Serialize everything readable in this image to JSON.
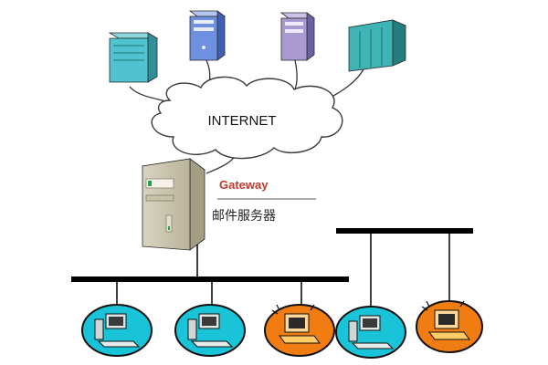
{
  "labels": {
    "cloud": "INTERNET",
    "gateway": "Gateway",
    "mail_server": "邮件服务器"
  },
  "colors": {
    "cloud_fill": "#ffffff",
    "cloud_stroke": "#3a3a3a",
    "bus_line": "#000000",
    "gateway_text": "#c0392b",
    "pc_circle_cyan": "#19c3d8",
    "pc_circle_orange": "#f07c12",
    "server_cyan": "#4fc3cf",
    "server_blue": "#6f8fe0",
    "server_lavender": "#a99ad2",
    "server_teal": "#3fb4b4"
  },
  "icons": {
    "servers": [
      "server-tower-cyan-icon",
      "server-tower-blue-icon",
      "server-tower-lavender-icon",
      "server-rack-teal-icon"
    ],
    "gateway": "gateway-server-icon",
    "workstations": [
      "workstation-icon",
      "workstation-icon",
      "personal-computer-icon",
      "workstation-icon",
      "personal-computer-icon"
    ]
  }
}
